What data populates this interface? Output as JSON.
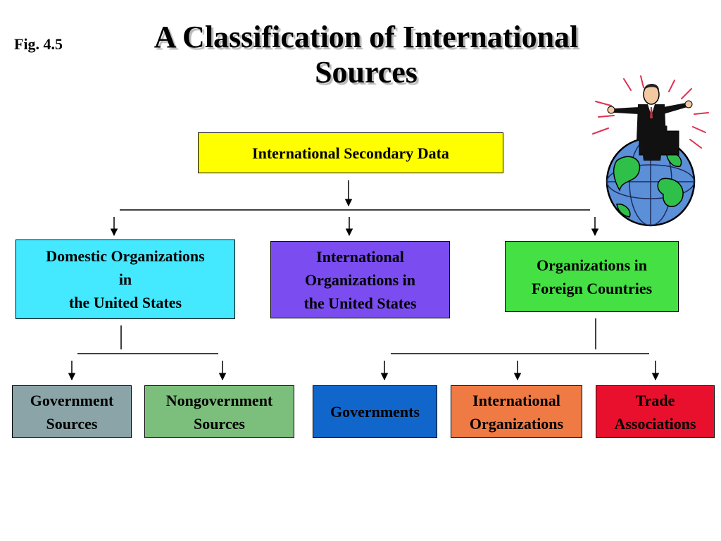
{
  "header": {
    "fig_label": "Fig. 4.5",
    "title_line1": "A Classification of  International",
    "title_line2": "Sources"
  },
  "nodes": {
    "root": {
      "label": "International Secondary Data",
      "color": "#FFFF00"
    },
    "domestic": {
      "lines": [
        "Domestic Organizations",
        "in",
        "the United States"
      ],
      "color": "#44E8FF"
    },
    "intl_us": {
      "lines": [
        "International",
        "Organizations in",
        "the United States"
      ],
      "color": "#7B4CF0"
    },
    "foreign": {
      "lines": [
        "Organizations in",
        "Foreign Countries"
      ],
      "color": "#44E044"
    },
    "gov_sources": {
      "lines": [
        "Government",
        "Sources"
      ],
      "color": "#8AA4A8"
    },
    "nongov_sources": {
      "lines": [
        "Nongovernment",
        "Sources"
      ],
      "color": "#7CBF7C"
    },
    "governments": {
      "label": "Governments",
      "color": "#1166CC"
    },
    "intl_orgs": {
      "lines": [
        "International",
        "Organizations"
      ],
      "color": "#F07A44"
    },
    "trade_assoc": {
      "lines": [
        "Trade",
        "Associations"
      ],
      "color": "#E8102C"
    }
  },
  "clipart": {
    "icon": "businessman-on-globe-icon"
  }
}
